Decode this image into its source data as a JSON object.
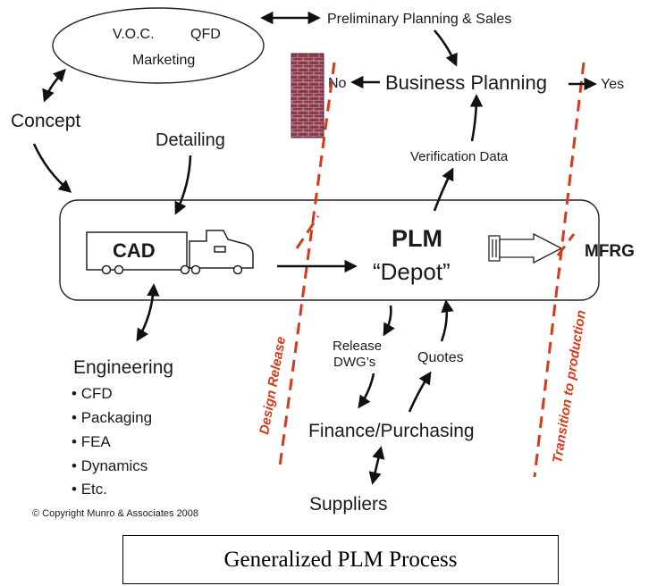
{
  "nodes": {
    "voc": "V.O.C.",
    "qfd": "QFD",
    "marketing": "Marketing",
    "preliminary": "Preliminary Planning & Sales",
    "business_planning": "Business Planning",
    "no": "No",
    "yes": "Yes",
    "concept": "Concept",
    "detailing": "Detailing",
    "verification": "Verification Data",
    "cad": "CAD",
    "plm": "PLM",
    "depot": "“Depot”",
    "mfrg": "MFRG",
    "engineering": "Engineering",
    "release_line1": "Release",
    "release_line2": "DWG’s",
    "quotes": "Quotes",
    "finance": "Finance/Purchasing",
    "suppliers": "Suppliers"
  },
  "engineering_items": [
    "CFD",
    "Packaging",
    "FEA",
    "Dynamics",
    "Etc."
  ],
  "gates": {
    "design_release": "Design Release",
    "transition": "Transition to production"
  },
  "copyright": "© Copyright Munro & Associates 2008",
  "caption": "Generalized PLM Process",
  "colors": {
    "gate_line": "#d7391b",
    "brick": "#8a3a4a",
    "mortar": "#c9a7b0"
  }
}
